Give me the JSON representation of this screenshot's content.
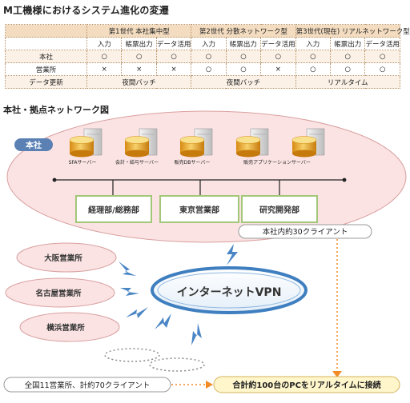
{
  "title": "M工機様におけるシステム進化の変遷",
  "table": {
    "generations": [
      "第1世代 本社集中型",
      "第2世代 分散ネットワーク型",
      "第3世代(現在) リアルネットワーク型"
    ],
    "columns": [
      "入力",
      "帳票出力",
      "データ活用"
    ],
    "rows": [
      {
        "label": "本社",
        "cells": [
          "○",
          "○",
          "○",
          "○",
          "○",
          "○",
          "○",
          "○",
          "○"
        ]
      },
      {
        "label": "営業所",
        "cells": [
          "×",
          "×",
          "×",
          "○",
          "○",
          "×",
          "○",
          "○",
          "○"
        ]
      }
    ],
    "update_row": {
      "label": "データ更新",
      "values": [
        "夜間バッチ",
        "夜間バッチ",
        "リアルタイム"
      ]
    }
  },
  "network": {
    "title": "本社・拠点ネットワーク図",
    "hq_badge": "本社",
    "servers": [
      "SFAサーバー",
      "会計・給与サーバー",
      "販売DBサーバー",
      "販売アプリケーションサーバー"
    ],
    "departments": [
      "経理部/総務部",
      "東京営業部",
      "研究開発部"
    ],
    "hq_clients": "本社内約30クライアント",
    "offices": [
      "大阪営業所",
      "名古屋営業所",
      "横浜営業所"
    ],
    "vpn": "インターネットVPN",
    "branch_clients": "全国11営業所、計約70クライアント",
    "summary": "合計約100台のPCをリアルタイムに接続"
  },
  "colors": {
    "hq_fill": "#fbe3e3",
    "hq_stroke": "#d9a0a0",
    "badge": "#5a80b4",
    "dept_border": "#a3c779",
    "vpn_stroke": "#3f7fc0",
    "bolt": "#4a86c5",
    "arrow": "#f08b25",
    "summary_fill": "#fff6cc"
  }
}
